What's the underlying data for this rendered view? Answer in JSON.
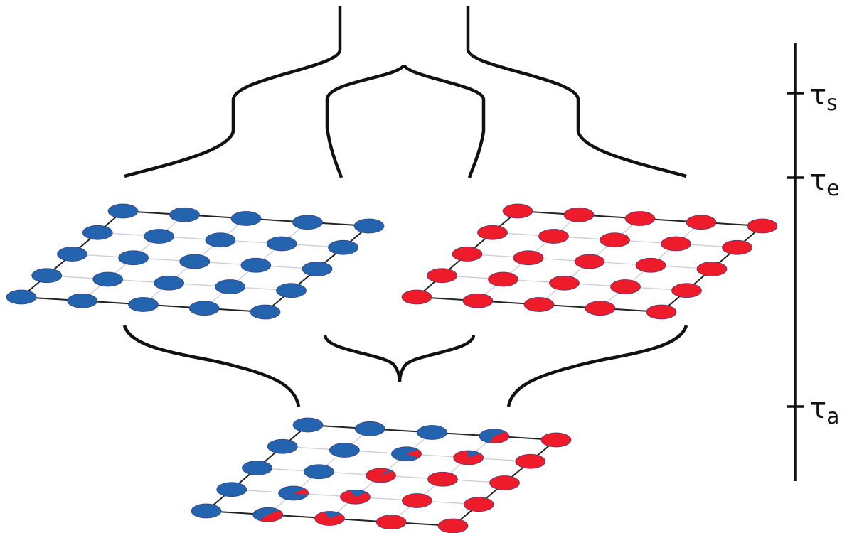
{
  "colors": {
    "blue": "#2463AE",
    "red": "#EE1C2A",
    "line": "#111111"
  },
  "timeline": {
    "ticks": [
      {
        "symbol": "τ",
        "subscript": "s"
      },
      {
        "symbol": "τ",
        "subscript": "e"
      },
      {
        "symbol": "τ",
        "subscript": "a"
      }
    ]
  },
  "lattices": {
    "left": {
      "rows": 5,
      "cols": 5,
      "fill": "blue"
    },
    "right": {
      "rows": 5,
      "cols": 5,
      "fill": "red"
    },
    "bottom": {
      "rows": 5,
      "cols": 5,
      "red_fraction": [
        [
          0.0,
          0.0,
          0.0,
          0.4,
          1.0
        ],
        [
          0.0,
          0.0,
          0.2,
          0.85,
          1.0
        ],
        [
          0.0,
          0.0,
          0.95,
          1.0,
          1.0
        ],
        [
          0.0,
          0.15,
          0.8,
          1.0,
          1.0
        ],
        [
          0.0,
          0.45,
          0.8,
          1.0,
          1.0
        ]
      ]
    }
  }
}
